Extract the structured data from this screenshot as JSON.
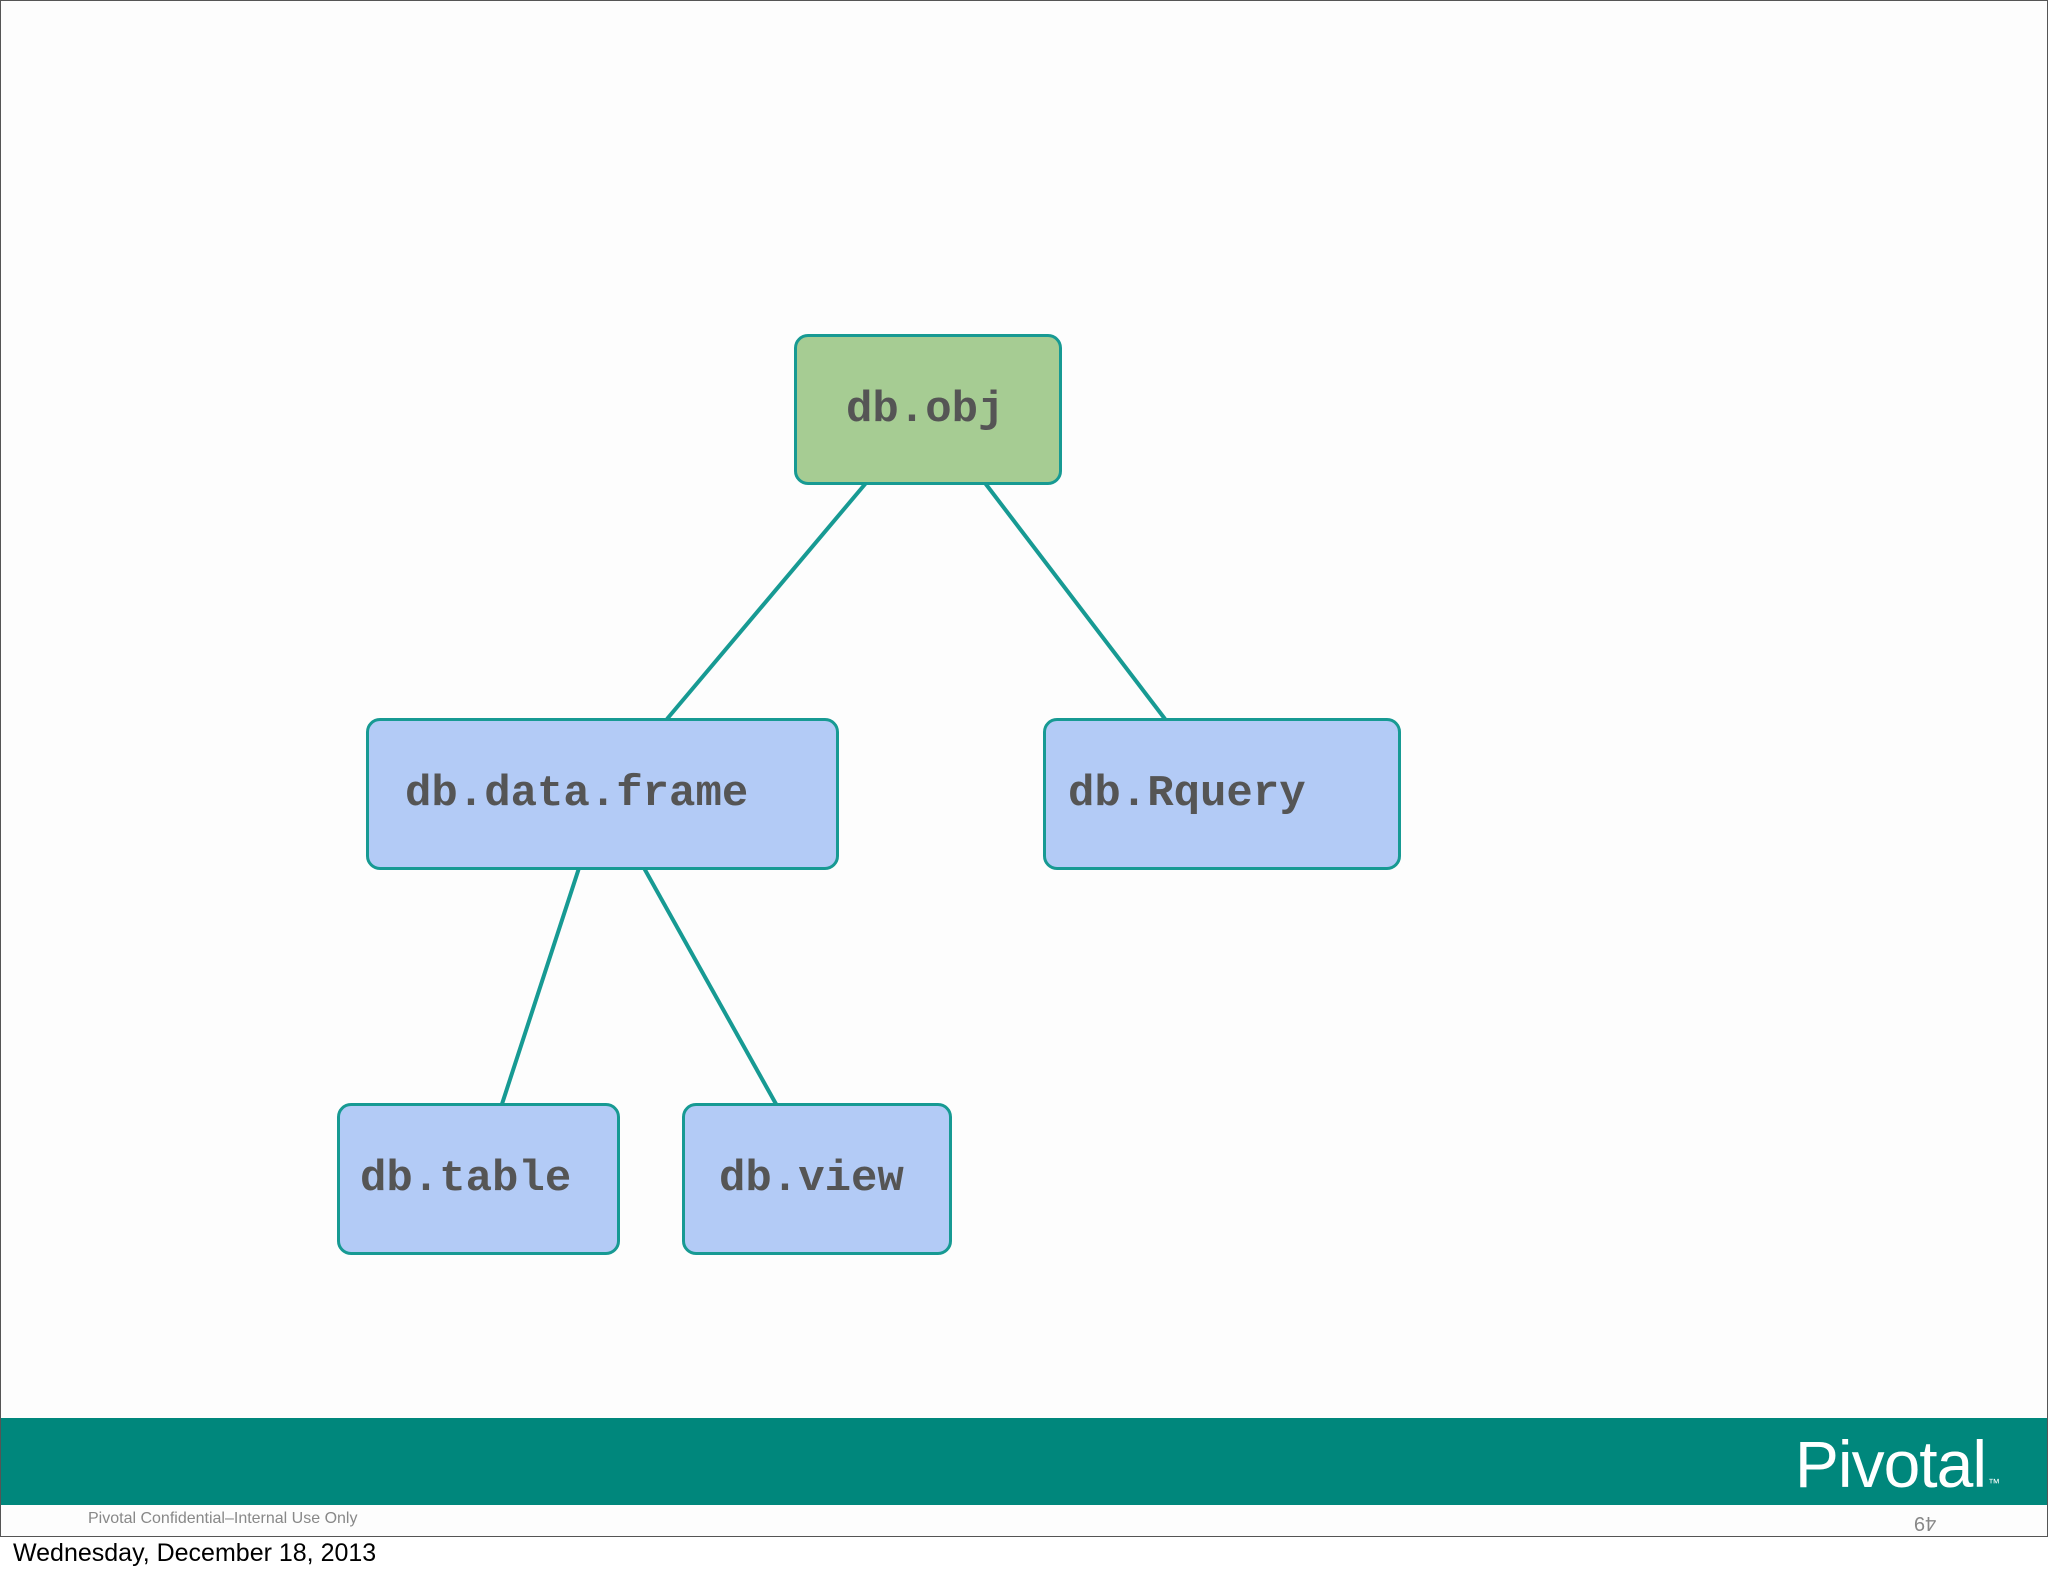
{
  "diagram": {
    "nodes": {
      "root": "db.obj",
      "data_frame": "db.data.frame",
      "rquery": "db.Rquery",
      "table": "db.table",
      "view": "db.view"
    },
    "edges": [
      [
        "root",
        "data_frame"
      ],
      [
        "root",
        "rquery"
      ],
      [
        "data_frame",
        "table"
      ],
      [
        "data_frame",
        "view"
      ]
    ],
    "colors": {
      "root_fill": "#a6cc93",
      "child_fill": "#b3cbf6",
      "border": "#179a93",
      "connector": "#179a93"
    }
  },
  "footer": {
    "logo_text": "Pivotal",
    "logo_tm": "™",
    "confidential": "Pivotal Confidential–Internal Use Only",
    "page_number": "49",
    "band_color": "#00877c"
  },
  "caption": {
    "date": "Wednesday, December 18, 2013"
  }
}
